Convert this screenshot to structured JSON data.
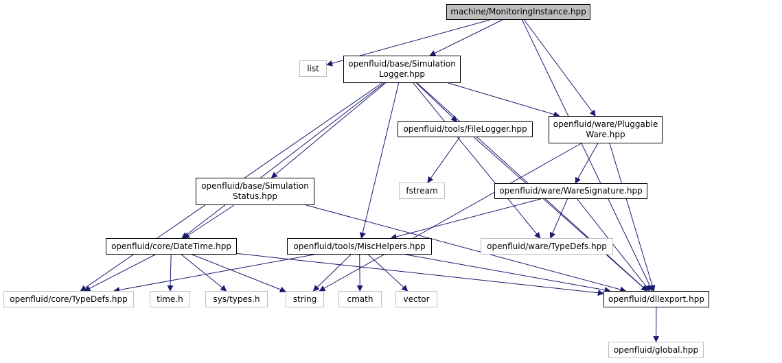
{
  "colors": {
    "edge": "#191970",
    "root_fill": "#bfbfbf",
    "local_border": "#000000",
    "system_border": "#bfbfbf"
  },
  "nodes": [
    {
      "id": "mon",
      "label": "machine/MonitoringInstance.hpp",
      "kind": "root"
    },
    {
      "id": "list",
      "label": "list",
      "kind": "system"
    },
    {
      "id": "simlog",
      "label": "openfluid/base/Simulation\nLogger.hpp",
      "kind": "local"
    },
    {
      "id": "filelog",
      "label": "openfluid/tools/FileLogger.hpp",
      "kind": "local"
    },
    {
      "id": "pluggable",
      "label": "openfluid/ware/Pluggable\nWare.hpp",
      "kind": "local"
    },
    {
      "id": "fstream",
      "label": "fstream",
      "kind": "system"
    },
    {
      "id": "simstat",
      "label": "openfluid/base/Simulation\nStatus.hpp",
      "kind": "local"
    },
    {
      "id": "waresig",
      "label": "openfluid/ware/WareSignature.hpp",
      "kind": "local"
    },
    {
      "id": "datetime",
      "label": "openfluid/core/DateTime.hpp",
      "kind": "local"
    },
    {
      "id": "mischelp",
      "label": "openfluid/tools/MiscHelpers.hpp",
      "kind": "local"
    },
    {
      "id": "waretypes",
      "label": "openfluid/ware/TypeDefs.hpp",
      "kind": "system"
    },
    {
      "id": "coretypes",
      "label": "openfluid/core/TypeDefs.hpp",
      "kind": "system"
    },
    {
      "id": "timeh",
      "label": "time.h",
      "kind": "system"
    },
    {
      "id": "systypes",
      "label": "sys/types.h",
      "kind": "system"
    },
    {
      "id": "string",
      "label": "string",
      "kind": "system"
    },
    {
      "id": "cmath",
      "label": "cmath",
      "kind": "system"
    },
    {
      "id": "vector",
      "label": "vector",
      "kind": "system"
    },
    {
      "id": "dllexport",
      "label": "openfluid/dllexport.hpp",
      "kind": "local"
    },
    {
      "id": "global",
      "label": "openfluid/global.hpp",
      "kind": "system"
    }
  ],
  "edges": [
    [
      "mon",
      "list"
    ],
    [
      "mon",
      "simlog"
    ],
    [
      "mon",
      "pluggable"
    ],
    [
      "mon",
      "dllexport"
    ],
    [
      "simlog",
      "filelog"
    ],
    [
      "simlog",
      "pluggable"
    ],
    [
      "simlog",
      "simstat"
    ],
    [
      "simlog",
      "datetime"
    ],
    [
      "simlog",
      "mischelp"
    ],
    [
      "simlog",
      "waretypes"
    ],
    [
      "simlog",
      "coretypes"
    ],
    [
      "simlog",
      "dllexport"
    ],
    [
      "filelog",
      "fstream"
    ],
    [
      "filelog",
      "dllexport"
    ],
    [
      "pluggable",
      "waresig"
    ],
    [
      "pluggable",
      "string"
    ],
    [
      "pluggable",
      "dllexport"
    ],
    [
      "simstat",
      "datetime"
    ],
    [
      "simstat",
      "dllexport"
    ],
    [
      "waresig",
      "mischelp"
    ],
    [
      "waresig",
      "waretypes"
    ],
    [
      "waresig",
      "dllexport"
    ],
    [
      "datetime",
      "coretypes"
    ],
    [
      "datetime",
      "timeh"
    ],
    [
      "datetime",
      "systypes"
    ],
    [
      "datetime",
      "string"
    ],
    [
      "datetime",
      "dllexport"
    ],
    [
      "mischelp",
      "coretypes"
    ],
    [
      "mischelp",
      "string"
    ],
    [
      "mischelp",
      "cmath"
    ],
    [
      "mischelp",
      "vector"
    ],
    [
      "mischelp",
      "dllexport"
    ],
    [
      "dllexport",
      "global"
    ]
  ]
}
